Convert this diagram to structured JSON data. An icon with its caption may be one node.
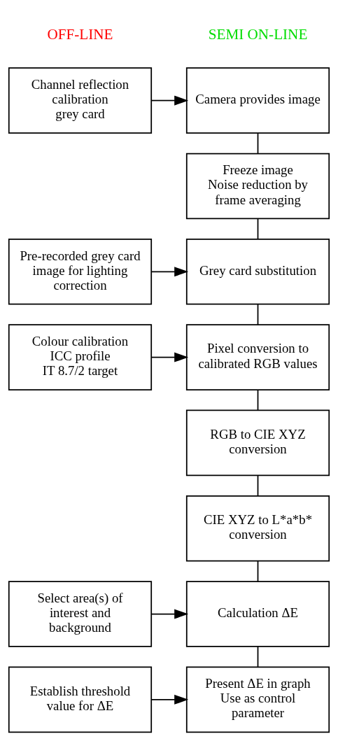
{
  "diagram": {
    "nodes": [
      {
        "text": [
          "Channel reflection calibration",
          "grey card"
        ]
      },
      {
        "text": [
          "Camera provides image"
        ]
      },
      {
        "text": [
          "Freeze image",
          "Noise reduction by frame averaging"
        ]
      },
      {
        "text": [
          "Pre-recorded grey card image for lighting correction"
        ]
      },
      {
        "text": [
          "Grey card substitution"
        ]
      },
      {
        "text": [
          "Colour calibration",
          "ICC profile",
          "IT 8.7/2 target"
        ]
      },
      {
        "text": [
          "Pixel conversion to calibrated RGB values"
        ]
      },
      {
        "text": [
          "RGB to CIE XYZ conversion"
        ]
      },
      {
        "text": [
          "CIE XYZ to L*a*b* conversion"
        ]
      },
      {
        "text": [
          "Select area(s) of interest and background"
        ]
      },
      {
        "text": [
          "Calculation ΔE"
        ]
      },
      {
        "text": [
          "Establish threshold value for ΔE"
        ]
      },
      {
        "text": [
          "Present ΔE in graph",
          "Use as control parameter"
        ]
      }
    ],
    "edges": [
      {
        "from": 0,
        "to": 1,
        "arrow": "to"
      },
      {
        "from": 1,
        "to": 2,
        "arrow": "none"
      },
      {
        "from": 2,
        "to": 4,
        "arrow": "none"
      },
      {
        "from": 3,
        "to": 4,
        "arrow": "to"
      },
      {
        "from": 4,
        "to": 6,
        "arrow": "none"
      },
      {
        "from": 5,
        "to": 6,
        "arrow": "to"
      },
      {
        "from": 6,
        "to": 7,
        "arrow": "none"
      },
      {
        "from": 7,
        "to": 8,
        "arrow": "none"
      },
      {
        "from": 8,
        "to": 10,
        "arrow": "none"
      },
      {
        "from": 9,
        "to": 10,
        "arrow": "to"
      },
      {
        "from": 10,
        "to": 12,
        "arrow": "none"
      },
      {
        "from": 11,
        "to": 12,
        "arrow": "to"
      }
    ],
    "labels": [
      "OFF-LINE",
      "SEMI ON-LINE"
    ]
  }
}
